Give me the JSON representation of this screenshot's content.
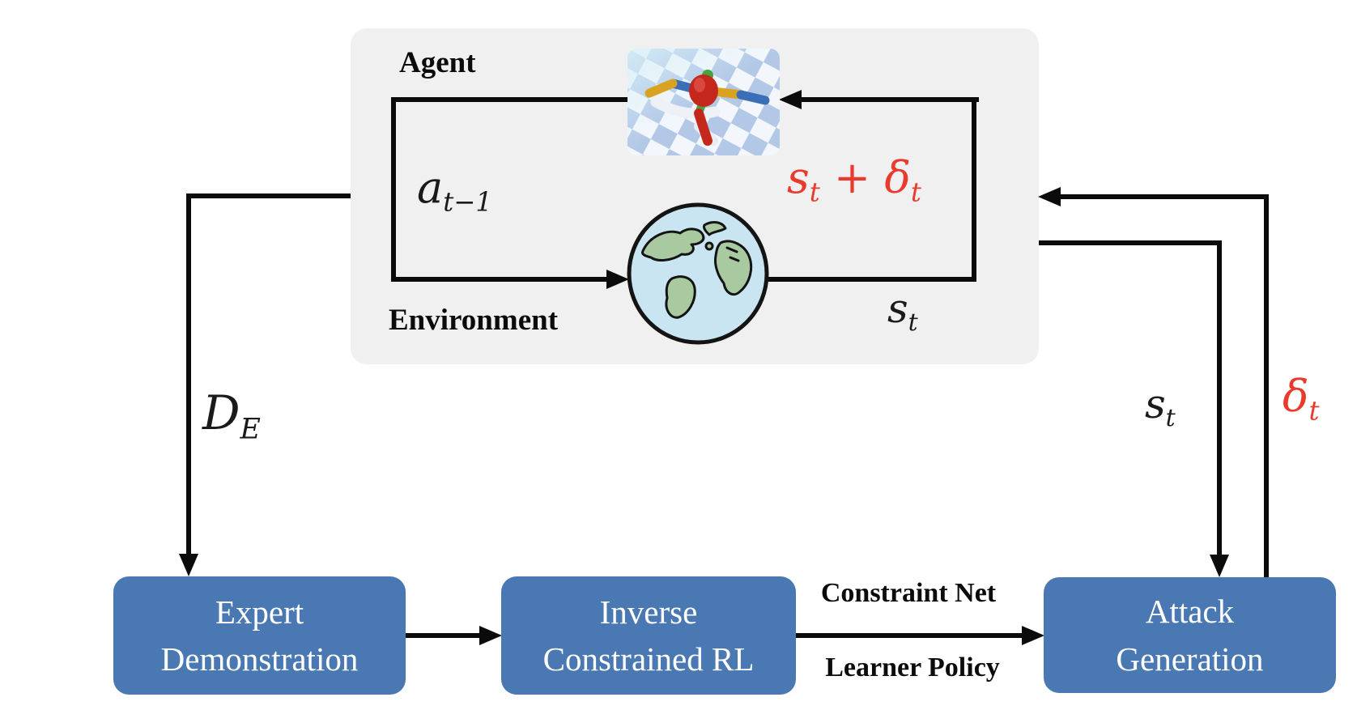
{
  "figure": {
    "panel": {
      "agent_label": "Agent",
      "environment_label": "Environment"
    },
    "math_labels": {
      "action": {
        "base": "a",
        "sub": "t−1"
      },
      "perturbed_state": {
        "s": "s",
        "s_sub": "t",
        "plus": " + ",
        "delta": "δ",
        "delta_sub": "t"
      },
      "state_inner": {
        "base": "s",
        "sub": "t"
      },
      "expert_data": {
        "base": "D",
        "sub": "E"
      },
      "state_out": {
        "base": "s",
        "sub": "t"
      },
      "delta_feedback": {
        "base": "δ",
        "sub": "t"
      }
    },
    "edge_labels": {
      "constraint_net": "Constraint Net",
      "learner_policy": "Learner Policy"
    },
    "boxes": {
      "expert_demonstration": {
        "line1": "Expert",
        "line2": "Demonstration"
      },
      "inverse_constrained_rl": {
        "line1": "Inverse",
        "line2": "Constrained RL"
      },
      "attack_generation": {
        "line1": "Attack",
        "line2": "Generation"
      }
    },
    "colors": {
      "box_blue": "#4A78B2",
      "accent_red": "#E93A2C",
      "panel_gray": "#F0F0F1",
      "line_black": "#0b0b0b",
      "checker_blue": "#b2c8e6",
      "globe_ocean": "#c9e5f1",
      "globe_land": "#a9c9a0"
    }
  }
}
